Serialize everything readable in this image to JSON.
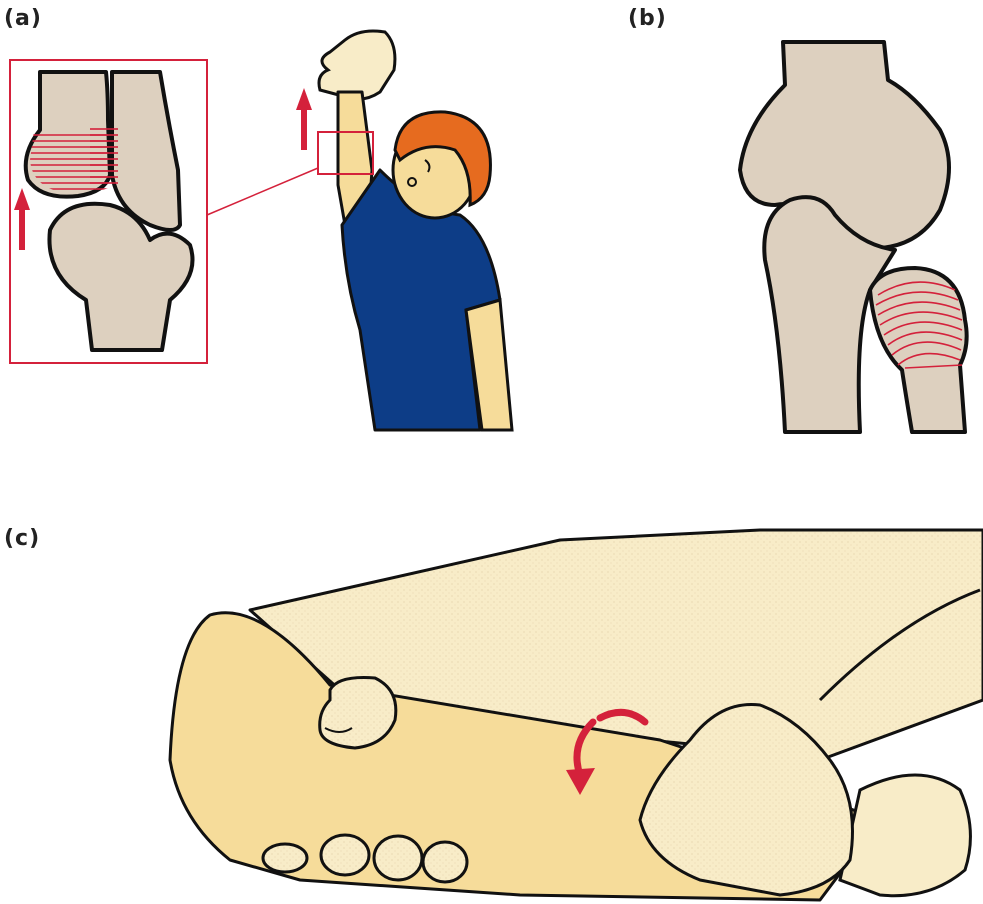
{
  "panels": {
    "a": {
      "label": "(a)"
    },
    "b": {
      "label": "(b)"
    },
    "c": {
      "label": "(c)"
    }
  },
  "colors": {
    "bone": "#ddd0bf",
    "skin_light": "#f8ecc8",
    "skin_child": "#f6dc9a",
    "shirt": "#0d3d87",
    "hair": "#e66b1f",
    "accent_red": "#d4213b",
    "outline": "#111111"
  }
}
